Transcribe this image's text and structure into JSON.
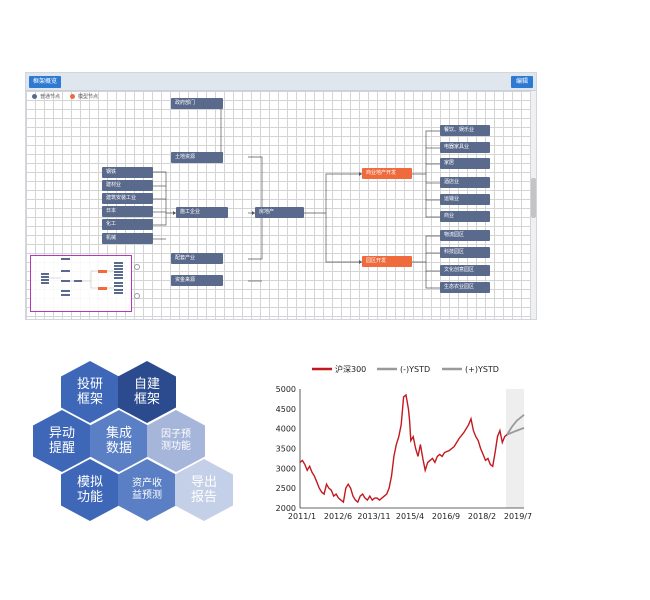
{
  "panel": {
    "title": "框架概览",
    "edit_label": "编辑",
    "legend": [
      {
        "label": "普通节点",
        "color": "#5a6a8c"
      },
      {
        "label": "模型节点",
        "color": "#ef6a3c"
      }
    ],
    "nodes": {
      "gov": "政府部门",
      "land_finance": "土地资源",
      "steel": "钢铁",
      "building_material": "建材业",
      "building_install": "建筑安装工业",
      "furniture": "日本",
      "chemical": "化工",
      "machinery": "机械",
      "real_estate_dev": "施工企业",
      "supply_industry": "配套产业",
      "capital_source": "资金来源",
      "real_estate": "房地产",
      "commercial_dev": "商业地产开发",
      "park_dev": "园区开发",
      "r1": "餐饮、娱乐业",
      "r2": "电器家具业",
      "r3": "家居",
      "r4": "酒店业",
      "r5": "运输业",
      "r6": "商业",
      "r7": "物流园区",
      "r8": "科技园区",
      "r9": "文化创意园区",
      "r10": "生态农业园区"
    }
  },
  "hexes": [
    {
      "label": "投研\n框架",
      "color": "#3e67b8"
    },
    {
      "label": "自建\n框架",
      "color": "#2b4b8e"
    },
    {
      "label": "异动\n提醒",
      "color": "#3e67b8"
    },
    {
      "label": "集成\n数据",
      "color": "#5a7fc4"
    },
    {
      "label": "因子预\n测功能",
      "color": "#a6b5da"
    },
    {
      "label": "模拟\n功能",
      "color": "#3e67b8"
    },
    {
      "label": "资产收\n益预测",
      "color": "#5a7fc4"
    },
    {
      "label": "导出\n报告",
      "color": "#c4cfe8"
    }
  ],
  "chart_data": {
    "type": "line",
    "legend": [
      "沪深300",
      "(-)YSTD",
      "(+)YSTD"
    ],
    "colors": {
      "main": "#c2191f",
      "minus": "#999999",
      "plus": "#9a9a9a",
      "shade": "#eeeeee"
    },
    "ylim": [
      2000,
      5000
    ],
    "yticks": [
      2000,
      2500,
      3000,
      3500,
      4000,
      4500,
      5000
    ],
    "xticks": [
      "2011/1",
      "2012/6",
      "2013/11",
      "2015/4",
      "2016/9",
      "2018/2",
      "2019/7"
    ],
    "xrange": [
      2011.0,
      2020.3
    ],
    "shade_from": 2019.55,
    "series": [
      {
        "name": "沪深300",
        "x": [
          2011.0,
          2011.1,
          2011.2,
          2011.3,
          2011.4,
          2011.5,
          2011.6,
          2011.7,
          2011.8,
          2011.9,
          2012.0,
          2012.1,
          2012.2,
          2012.3,
          2012.4,
          2012.5,
          2012.6,
          2012.7,
          2012.8,
          2012.9,
          2013.0,
          2013.1,
          2013.2,
          2013.3,
          2013.4,
          2013.5,
          2013.6,
          2013.7,
          2013.8,
          2013.9,
          2014.0,
          2014.1,
          2014.2,
          2014.3,
          2014.4,
          2014.5,
          2014.6,
          2014.7,
          2014.8,
          2014.9,
          2015.0,
          2015.1,
          2015.2,
          2015.3,
          2015.4,
          2015.5,
          2015.55,
          2015.6,
          2015.7,
          2015.8,
          2015.9,
          2016.0,
          2016.1,
          2016.2,
          2016.3,
          2016.4,
          2016.5,
          2016.6,
          2016.7,
          2016.8,
          2016.9,
          2017.0,
          2017.2,
          2017.4,
          2017.6,
          2017.8,
          2018.0,
          2018.1,
          2018.2,
          2018.3,
          2018.4,
          2018.5,
          2018.6,
          2018.7,
          2018.8,
          2018.9,
          2019.0,
          2019.1,
          2019.2,
          2019.3,
          2019.4,
          2019.5,
          2019.6
        ],
        "y": [
          3150,
          3200,
          3100,
          2950,
          3050,
          2900,
          2800,
          2650,
          2500,
          2400,
          2350,
          2600,
          2500,
          2450,
          2300,
          2350,
          2250,
          2200,
          2150,
          2500,
          2600,
          2500,
          2300,
          2200,
          2150,
          2300,
          2350,
          2250,
          2200,
          2300,
          2200,
          2250,
          2250,
          2200,
          2250,
          2300,
          2350,
          2500,
          2800,
          3300,
          3600,
          3800,
          4100,
          4800,
          4850,
          4500,
          4200,
          3700,
          3800,
          3500,
          3300,
          3600,
          3250,
          2950,
          3150,
          3200,
          3250,
          3150,
          3300,
          3350,
          3300,
          3400,
          3450,
          3550,
          3750,
          3900,
          4100,
          4250,
          3950,
          3800,
          3700,
          3500,
          3350,
          3200,
          3250,
          3100,
          3050,
          3400,
          3800,
          3950,
          3650,
          3800,
          3850
        ]
      },
      {
        "name": "(-)YSTD",
        "x": [
          2019.6,
          2019.8,
          2020.0,
          2020.3
        ],
        "y": [
          3850,
          3900,
          3950,
          4020
        ]
      },
      {
        "name": "(+)YSTD",
        "x": [
          2019.6,
          2019.8,
          2020.0,
          2020.3
        ],
        "y": [
          3850,
          4050,
          4200,
          4350
        ]
      }
    ]
  }
}
